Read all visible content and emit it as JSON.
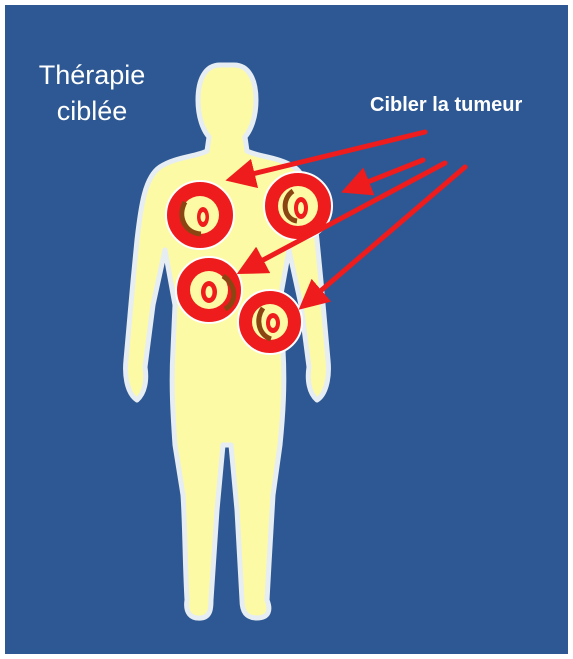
{
  "title": {
    "line1": "Thérapie",
    "line2": "ciblée"
  },
  "callout": {
    "label": "Cibler la tumeur"
  },
  "colors": {
    "background": "#2e5894",
    "body_fill": "#fdfaa6",
    "body_outline": "#e6edf3",
    "target_red": "#ee1c1c",
    "tumor_brown": "#8b4513",
    "arrow_red": "#ee1c1c"
  },
  "icons": [
    "human-body-silhouette",
    "target-icon",
    "arrow-icon"
  ]
}
